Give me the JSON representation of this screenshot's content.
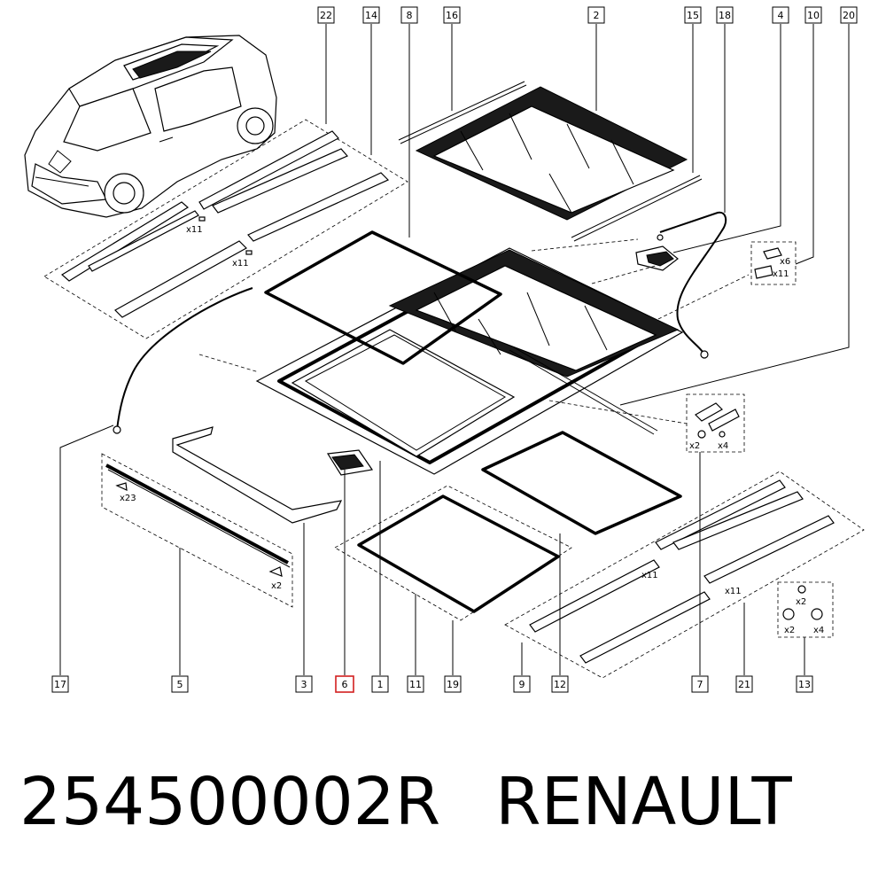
{
  "diagram": {
    "callouts_top": [
      "22",
      "14",
      "8",
      "16",
      "2",
      "15",
      "18",
      "4",
      "10",
      "20"
    ],
    "callouts_bottom": [
      "17",
      "5",
      "3",
      "6",
      "1",
      "11",
      "19",
      "9",
      "12",
      "7",
      "21",
      "13"
    ],
    "highlighted_callout": "6",
    "quantity_labels": [
      "x11",
      "x11",
      "x6",
      "x11",
      "x2",
      "x4",
      "x23",
      "x2",
      "x11",
      "x11",
      "x2",
      "x2",
      "x4"
    ],
    "accent_color": "#d22020"
  },
  "caption": {
    "part_number": "254500002R",
    "brand": "RENAULT"
  }
}
